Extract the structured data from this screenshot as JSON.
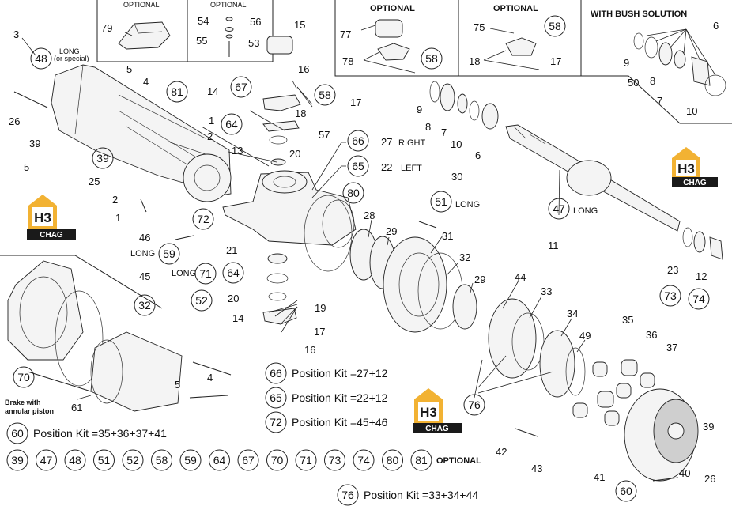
{
  "panels": {
    "top_left_optional_a": "OPTIONAL",
    "top_left_optional_b": "OPTIONAL",
    "top_right_optional_a": "OPTIONAL",
    "top_right_optional_b": "OPTIONAL",
    "bush_solution": "WITH BUSH SOLUTION"
  },
  "annotations": {
    "long_or_special_1": "LONG",
    "long_or_special_2": "(or special)",
    "right": "RIGHT",
    "left": "LEFT",
    "long_51": "LONG",
    "long_47": "LONG",
    "long_59": "LONG",
    "long_71": "LONG",
    "brake_1": "Brake with",
    "brake_2": "annular piston",
    "optional_row": "OPTIONAL"
  },
  "logo": {
    "letters": "H3",
    "sub": "CHAG"
  },
  "kits": {
    "k66": {
      "num": "66",
      "text": "Position Kit =27+12"
    },
    "k65": {
      "num": "65",
      "text": "Position Kit =22+12"
    },
    "k72": {
      "num": "72",
      "text": "Position Kit =45+46"
    },
    "k60": {
      "num": "60",
      "text": "Position Kit =35+36+37+41"
    },
    "k76": {
      "num": "76",
      "text": "Position Kit =33+34+44"
    }
  },
  "optional_row": [
    "39",
    "47",
    "48",
    "51",
    "52",
    "58",
    "59",
    "64",
    "67",
    "70",
    "71",
    "73",
    "74",
    "80",
    "81"
  ],
  "labels": {
    "plain": [
      "79",
      "54",
      "56",
      "55",
      "53",
      "15",
      "3",
      "5",
      "4",
      "1",
      "2",
      "14",
      "16",
      "18",
      "17",
      "26",
      "39",
      "5",
      "25",
      "57",
      "13",
      "20",
      "27",
      "22",
      "28",
      "29",
      "30",
      "31",
      "32",
      "29",
      "44",
      "33",
      "34",
      "49",
      "35",
      "36",
      "37",
      "42",
      "43",
      "41",
      "39",
      "40",
      "26",
      "2",
      "1",
      "46",
      "45",
      "21",
      "20",
      "19",
      "14",
      "17",
      "16",
      "4",
      "5",
      "61",
      "9",
      "8",
      "7",
      "10",
      "6",
      "11",
      "23",
      "12",
      "77",
      "78",
      "75",
      "18",
      "17",
      "6",
      "9",
      "50",
      "8",
      "7",
      "10"
    ],
    "circled": [
      "48",
      "81",
      "67",
      "58",
      "64",
      "39",
      "66",
      "65",
      "80",
      "51",
      "72",
      "59",
      "71",
      "52",
      "64",
      "32",
      "70",
      "47",
      "73",
      "74",
      "76",
      "60",
      "58",
      "58"
    ]
  }
}
